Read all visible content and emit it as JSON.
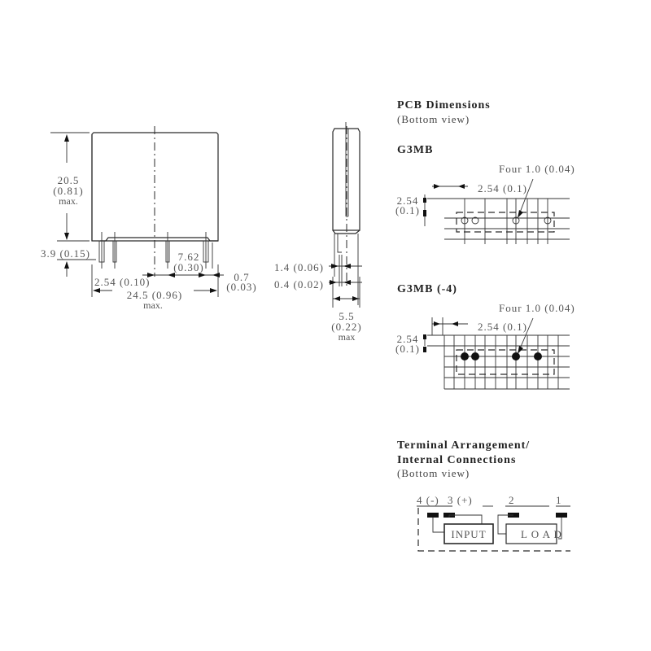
{
  "front_view": {
    "height_value": "20.5",
    "height_inch": "(0.81)",
    "height_max": "max.",
    "pin_length": "3.9 (0.15)",
    "pin_pitch": "2.54 (0.10)",
    "pin_spacing_value": "7.62",
    "pin_spacing_inch": "(0.30)",
    "width": "24.5 (0.96)",
    "width_max": "max.",
    "pin_width_value": "0.7",
    "pin_width_inch": "(0.03)"
  },
  "side_view": {
    "pin_offset_1": "1.4 (0.06)",
    "pin_offset_2": "0.4 (0.02)",
    "depth_value": "5.5",
    "depth_inch": "(0.22)",
    "depth_max": "max"
  },
  "pcb": {
    "title": "PCB Dimensions",
    "subtitle": "(Bottom view)",
    "g3mb": {
      "label": "G3MB",
      "hole_note": "Four 1.0 (0.04)",
      "pitch_h": "2.54 (0.1)",
      "pitch_v_value": "2.54",
      "pitch_v_inch": "(0.1)"
    },
    "g3mb4": {
      "label": "G3MB (-4)",
      "hole_note": "Four 1.0 (0.04)",
      "pitch_h": "2.54 (0.1)",
      "pitch_v_value": "2.54",
      "pitch_v_inch": "(0.1)"
    }
  },
  "terminal": {
    "title_line1": "Terminal Arrangement/",
    "title_line2": "Internal Connections",
    "subtitle": "(Bottom view)",
    "pin4": "4 (-)",
    "pin3": "3 (+)",
    "pin2": "2",
    "pin1": "1",
    "input_label": "INPUT",
    "load_label": "L O A D"
  }
}
